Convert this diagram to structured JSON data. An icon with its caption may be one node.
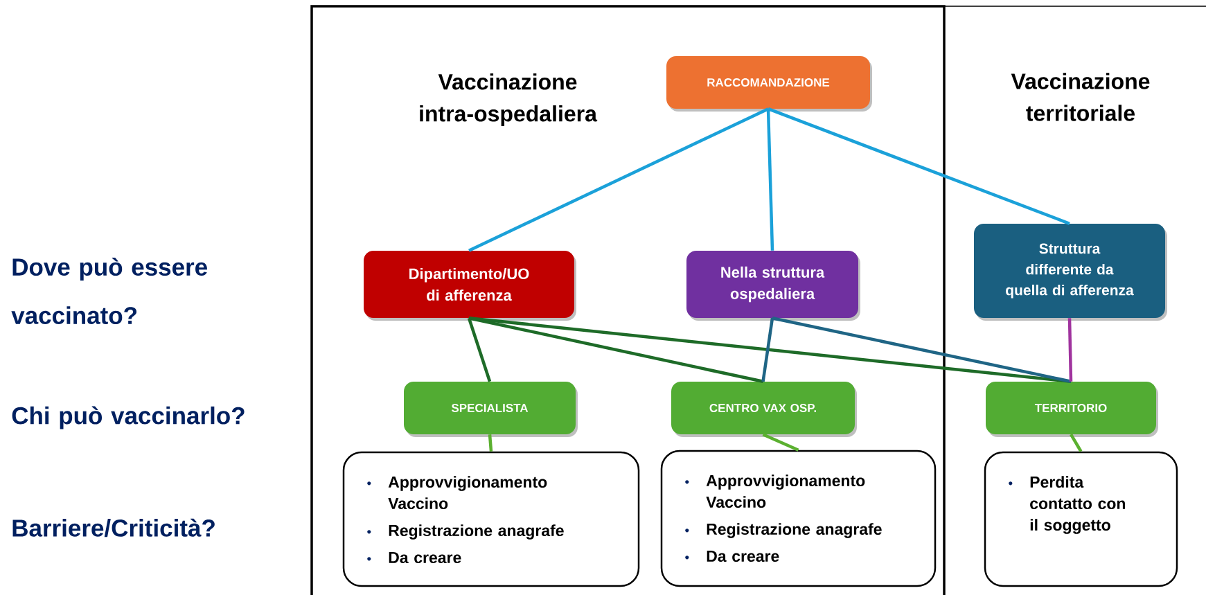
{
  "diagram": {
    "nodes": [
      {
        "text": [
          "Vaccinazione intra-ospedaliera"
        ]
      },
      {
        "text": [
          "Vaccinazione territoriale"
        ]
      },
      {
        "text": [
          "RACCOMANDAZIONE"
        ],
        "in": 0
      },
      {
        "text": [
          "Dipartimento/UO di afferenza"
        ],
        "in": 0
      },
      {
        "text": [
          "Nella struttura ospedaliera"
        ],
        "in": 0
      },
      {
        "text": [
          "Struttura differente da quella di afferenza"
        ],
        "in": 1
      },
      {
        "text": [
          "SPECIALISTA"
        ],
        "in": 0
      },
      {
        "text": [
          "CENTRO VAX OSP."
        ],
        "in": 0
      },
      {
        "text": [
          "TERRITORIO"
        ],
        "in": 1
      },
      {
        "text": [
          "Approvvigionamento Vaccino",
          "Registrazione anagrafe",
          "Da creare"
        ],
        "in": 0
      },
      {
        "text": [
          "Approvvigionamento Vaccino",
          "Registrazione anagrafe",
          "Da creare"
        ],
        "in": 0
      },
      {
        "text": [
          "Perdita contatto con il soggetto"
        ],
        "in": 1
      }
    ],
    "edges": [
      {
        "from": 2,
        "to": 3,
        "arrow": "none",
        "color": "#1ba1d9"
      },
      {
        "from": 2,
        "to": 4,
        "arrow": "none",
        "color": "#1ba1d9"
      },
      {
        "from": 2,
        "to": 5,
        "arrow": "none",
        "color": "#1ba1d9"
      },
      {
        "from": 3,
        "to": 6,
        "arrow": "none",
        "color": "#1e6b28"
      },
      {
        "from": 3,
        "to": 7,
        "arrow": "none",
        "color": "#1e6b28"
      },
      {
        "from": 3,
        "to": 8,
        "arrow": "none",
        "color": "#1e6b28"
      },
      {
        "from": 4,
        "to": 7,
        "arrow": "none",
        "color": "#1f6585"
      },
      {
        "from": 4,
        "to": 8,
        "arrow": "none",
        "color": "#1f6585"
      },
      {
        "from": 5,
        "to": 8,
        "arrow": "none",
        "color": "#a0339e"
      },
      {
        "from": 6,
        "to": 9,
        "arrow": "none",
        "color": "#5bb030"
      },
      {
        "from": 7,
        "to": 10,
        "arrow": "none",
        "color": "#5bb030"
      },
      {
        "from": 8,
        "to": 11,
        "arrow": "none",
        "color": "#5bb030"
      }
    ],
    "labels": [
      "Dove può essere vaccinato?",
      "Chi può vaccinarlo?",
      "Barriere/Criticità?"
    ]
  }
}
